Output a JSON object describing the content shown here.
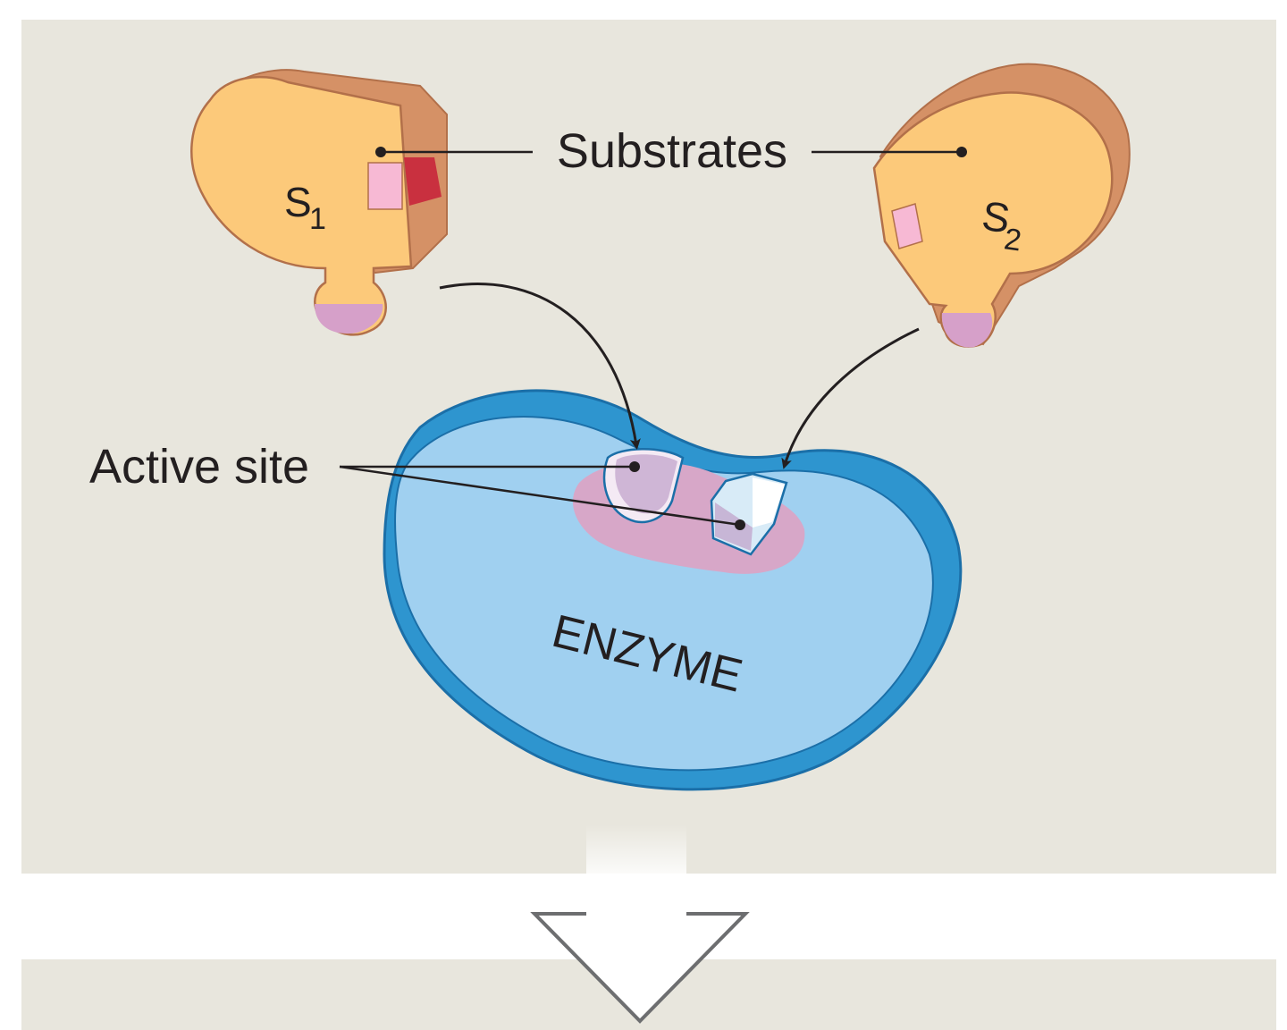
{
  "labels": {
    "substrates": "Substrates",
    "active_site": "Active site",
    "enzyme": "ENZYME",
    "s1_letter": "S",
    "s1_sub": "1",
    "s2_letter": "S",
    "s2_sub": "2"
  },
  "colors": {
    "panel_bg": "#e8e6dd",
    "substrate_face": "#fcc97a",
    "substrate_side": "#d59166",
    "substrate_outline": "#b2704a",
    "substrate_patch_pink": "#f7b9d4",
    "substrate_patch_red": "#c9303f",
    "substrate_tip": "#d6a0c9",
    "enzyme_face": "#a0d0f0",
    "enzyme_rim": "#2e95cf",
    "enzyme_outline": "#1b6fa8",
    "active_site_region": "#d7a7c8",
    "leader_line": "#231f20",
    "big_arrow_outline": "#6d6e70"
  }
}
